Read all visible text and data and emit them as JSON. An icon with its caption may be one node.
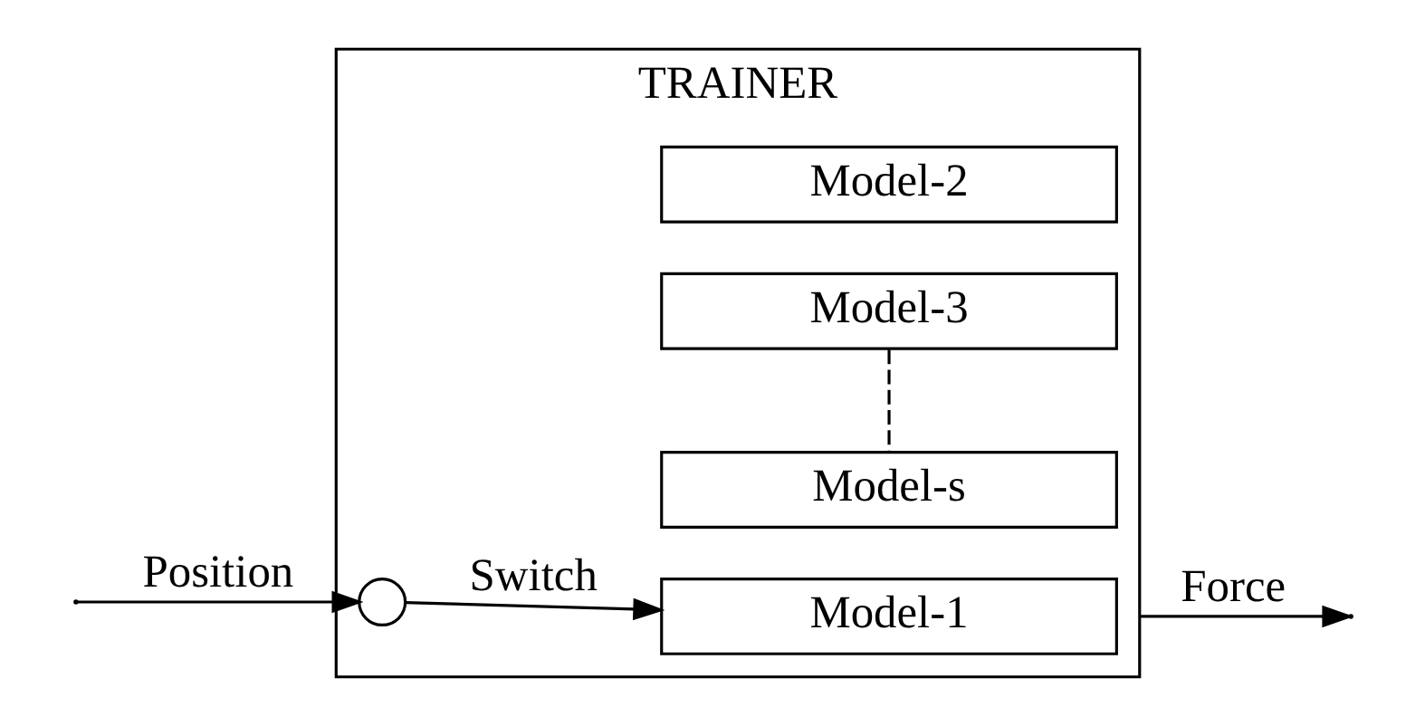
{
  "diagram": {
    "nodes": [
      {
        "text": [
          "TRAINER"
        ]
      },
      {
        "text": [
          "Model-1"
        ],
        "in": 0
      },
      {
        "text": [
          "Model-2"
        ],
        "in": 0
      },
      {
        "text": [
          "Model-3"
        ],
        "in": 0
      },
      {
        "text": [
          "Model-s"
        ],
        "in": 0
      },
      {
        "text": [],
        "shape": "circle",
        "in": 0
      }
    ],
    "edges": [
      {
        "from": null,
        "to": 5,
        "label": "Position",
        "arrow": "to"
      },
      {
        "from": 5,
        "to": 1,
        "label": "Switch",
        "arrow": "to"
      },
      {
        "from": 3,
        "to": 4,
        "arrow": "none",
        "style": "dashed"
      },
      {
        "from": 0,
        "to": null,
        "label": "Force",
        "arrow": "to"
      }
    ]
  }
}
